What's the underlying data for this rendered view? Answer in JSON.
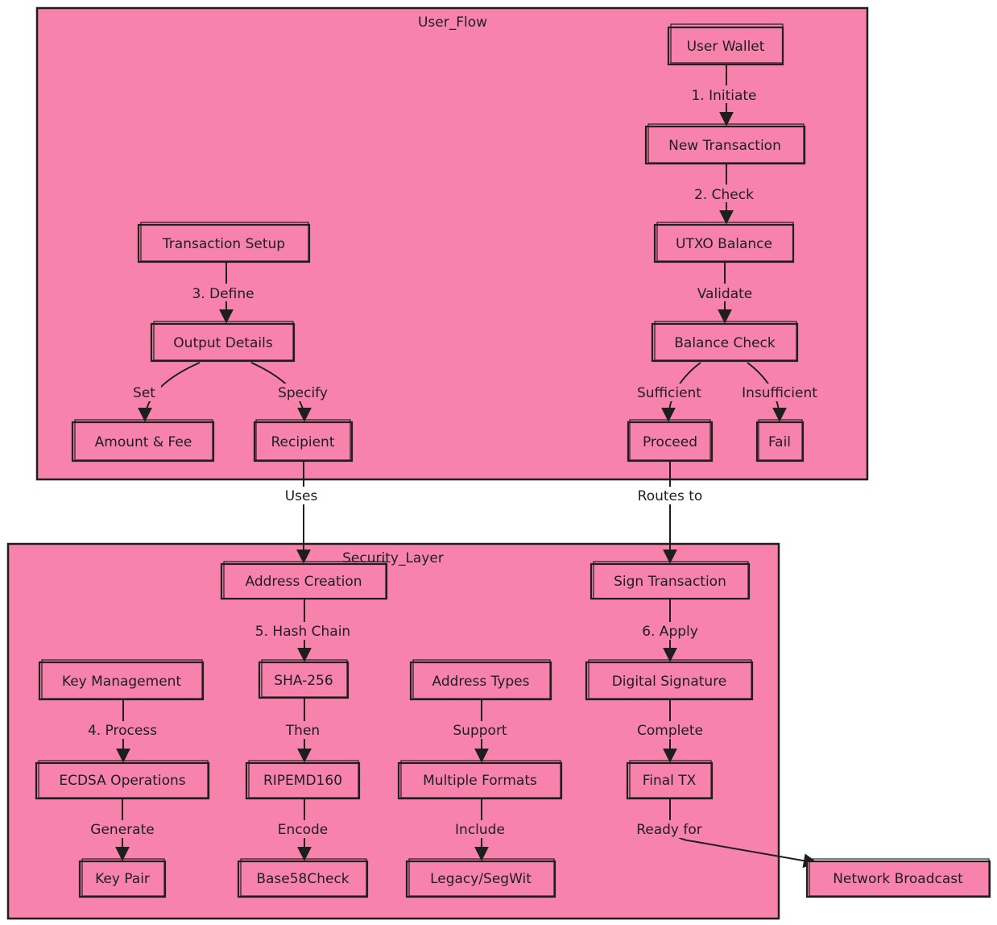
{
  "clusters": {
    "user_flow": "User_Flow",
    "security_layer": "Security_Layer"
  },
  "nodes": {
    "user_wallet": "User Wallet",
    "new_transaction": "New Transaction",
    "utxo_balance": "UTXO Balance",
    "balance_check": "Balance Check",
    "proceed": "Proceed",
    "fail": "Fail",
    "transaction_setup": "Transaction Setup",
    "output_details": "Output Details",
    "amount_fee": "Amount & Fee",
    "recipient": "Recipient",
    "address_creation": "Address Creation",
    "sign_transaction": "Sign Transaction",
    "key_management": "Key Management",
    "sha256": "SHA-256",
    "address_types": "Address Types",
    "digital_signature": "Digital Signature",
    "ecdsa_operations": "ECDSA Operations",
    "ripemd160": "RIPEMD160",
    "multiple_formats": "Multiple Formats",
    "final_tx": "Final TX",
    "key_pair": "Key Pair",
    "base58check": "Base58Check",
    "legacy_segwit": "Legacy/SegWit",
    "network_broadcast": "Network Broadcast"
  },
  "edges": {
    "initiate": "1. Initiate",
    "check": "2. Check",
    "validate": "Validate",
    "sufficient": "Sufficient",
    "insufficient": "Insufficient",
    "define": "3. Define",
    "set": "Set",
    "specify": "Specify",
    "uses": "Uses",
    "routes_to": "Routes to",
    "hash_chain": "5. Hash Chain",
    "apply": "6. Apply",
    "process": "4. Process",
    "then": "Then",
    "support": "Support",
    "complete": "Complete",
    "generate": "Generate",
    "encode": "Encode",
    "include": "Include",
    "ready_for": "Ready for"
  },
  "colors": {
    "fill": "#f783ac",
    "stroke": "#1e1e1e",
    "background": "#ffffff"
  }
}
